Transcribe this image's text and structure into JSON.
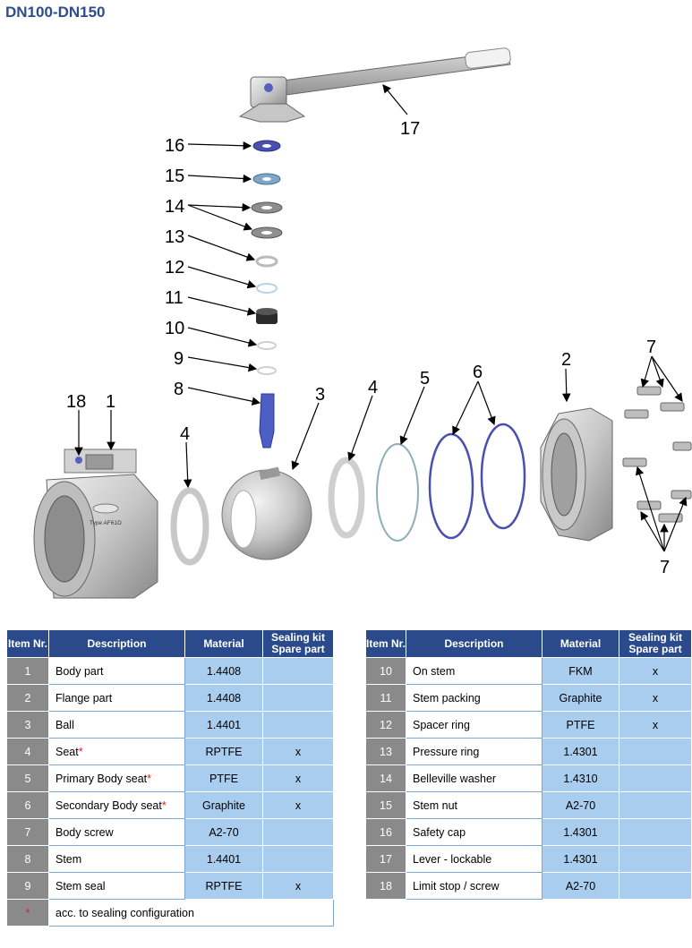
{
  "page_title": "DN100-DN150",
  "diagram": {
    "callouts": [
      "16",
      "15",
      "14",
      "13",
      "12",
      "11",
      "10",
      "9",
      "8",
      "17",
      "18",
      "1",
      "4",
      "3",
      "4",
      "5",
      "6",
      "2",
      "7",
      "7"
    ],
    "body_label": "Type AF61D"
  },
  "table_headers": {
    "item_nr": "Item Nr.",
    "description": "Description",
    "material": "Material",
    "sealing_kit": "Sealing kit Spare part"
  },
  "table_left": [
    {
      "nr": "1",
      "description": "Body part",
      "star": "",
      "material": "1.4408",
      "kit": ""
    },
    {
      "nr": "2",
      "description": "Flange part",
      "star": "",
      "material": "1.4408",
      "kit": ""
    },
    {
      "nr": "3",
      "description": "Ball",
      "star": "",
      "material": "1.4401",
      "kit": ""
    },
    {
      "nr": "4",
      "description": "Seat",
      "star": "*",
      "material": "RPTFE",
      "kit": "x"
    },
    {
      "nr": "5",
      "description": "Primary Body seat",
      "star": "*",
      "material": "PTFE",
      "kit": "x"
    },
    {
      "nr": "6",
      "description": "Secondary Body seat",
      "star": "*",
      "material": "Graphite",
      "kit": "x"
    },
    {
      "nr": "7",
      "description": "Body screw",
      "star": "",
      "material": "A2-70",
      "kit": ""
    },
    {
      "nr": "8",
      "description": "Stem",
      "star": "",
      "material": "1.4401",
      "kit": ""
    },
    {
      "nr": "9",
      "description": "Stem seal",
      "star": "",
      "material": "RPTFE",
      "kit": "x"
    }
  ],
  "footnote": {
    "symbol": "*",
    "text": "acc. to sealing configuration"
  },
  "table_right": [
    {
      "nr": "10",
      "description": "On stem",
      "material": "FKM",
      "kit": "x"
    },
    {
      "nr": "11",
      "description": "Stem packing",
      "material": "Graphite",
      "kit": "x"
    },
    {
      "nr": "12",
      "description": "Spacer ring",
      "material": "PTFE",
      "kit": "x"
    },
    {
      "nr": "13",
      "description": "Pressure ring",
      "material": "1.4301",
      "kit": ""
    },
    {
      "nr": "14",
      "description": "Belleville washer",
      "material": "1.4310",
      "kit": ""
    },
    {
      "nr": "15",
      "description": "Stem nut",
      "material": "A2-70",
      "kit": ""
    },
    {
      "nr": "16",
      "description": "Safety cap",
      "material": "1.4301",
      "kit": ""
    },
    {
      "nr": "17",
      "description": "Lever - lockable",
      "material": "1.4301",
      "kit": ""
    },
    {
      "nr": "18",
      "description": "Limit stop / screw",
      "material": "A2-70",
      "kit": ""
    }
  ],
  "colors": {
    "title": "#2d4d8c",
    "header_bg": "#2b4a8c",
    "item_nr_bg": "#8a8a8a",
    "cell_blue": "#a9cdef",
    "accent_red": "#e0201c",
    "seal_blue": "#4a4fb0"
  }
}
